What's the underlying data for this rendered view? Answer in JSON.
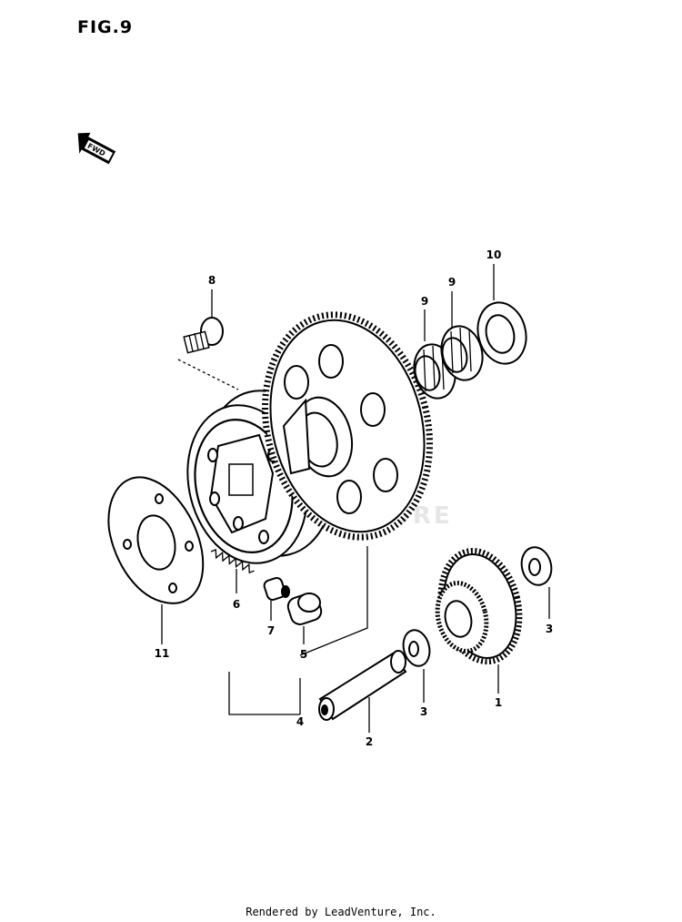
{
  "figure": {
    "title": "FIG.9",
    "direction_label": "FWD",
    "watermark": "LEADVENTURE",
    "footer": "Rendered by LeadVenture, Inc."
  },
  "callouts": {
    "c1": "1",
    "c2": "2",
    "c3a": "3",
    "c3b": "3",
    "c4": "4",
    "c5": "5",
    "c6": "6",
    "c7": "7",
    "c8": "8",
    "c9a": "9",
    "c9b": "9",
    "c10": "10",
    "c11": "11"
  },
  "icons": {
    "direction": "fwd-arrow-icon"
  }
}
